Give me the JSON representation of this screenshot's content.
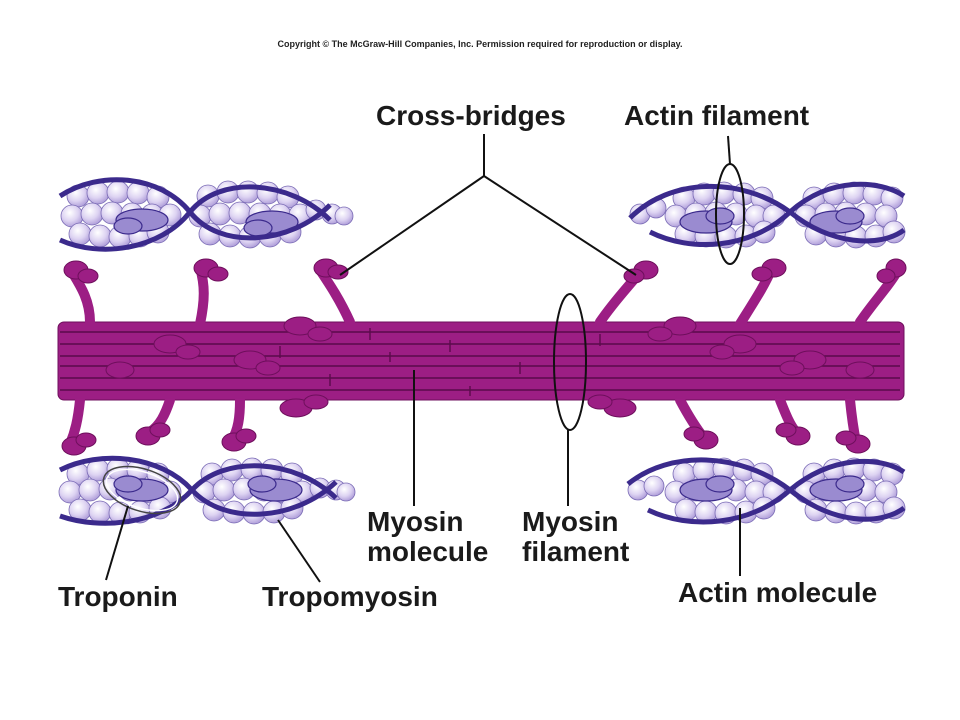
{
  "copyright": "Copyright © The McGraw-Hill Companies, Inc. Permission required for reproduction or display.",
  "labels": {
    "cross_bridges": "Cross-bridges",
    "actin_filament": "Actin filament",
    "myosin_molecule_line1": "Myosin",
    "myosin_molecule_line2": "molecule",
    "myosin_filament_line1": "Myosin",
    "myosin_filament_line2": "filament",
    "troponin": "Troponin",
    "tropomyosin": "Tropomyosin",
    "actin_molecule": "Actin molecule"
  },
  "colors": {
    "myosin": "#9c1e84",
    "myosin_dark": "#6e0f5c",
    "actin_bead": "#ddd3f2",
    "tropomyosin": "#3b2a8c",
    "troponin": "#8f7fc9",
    "leader": "#111111"
  }
}
